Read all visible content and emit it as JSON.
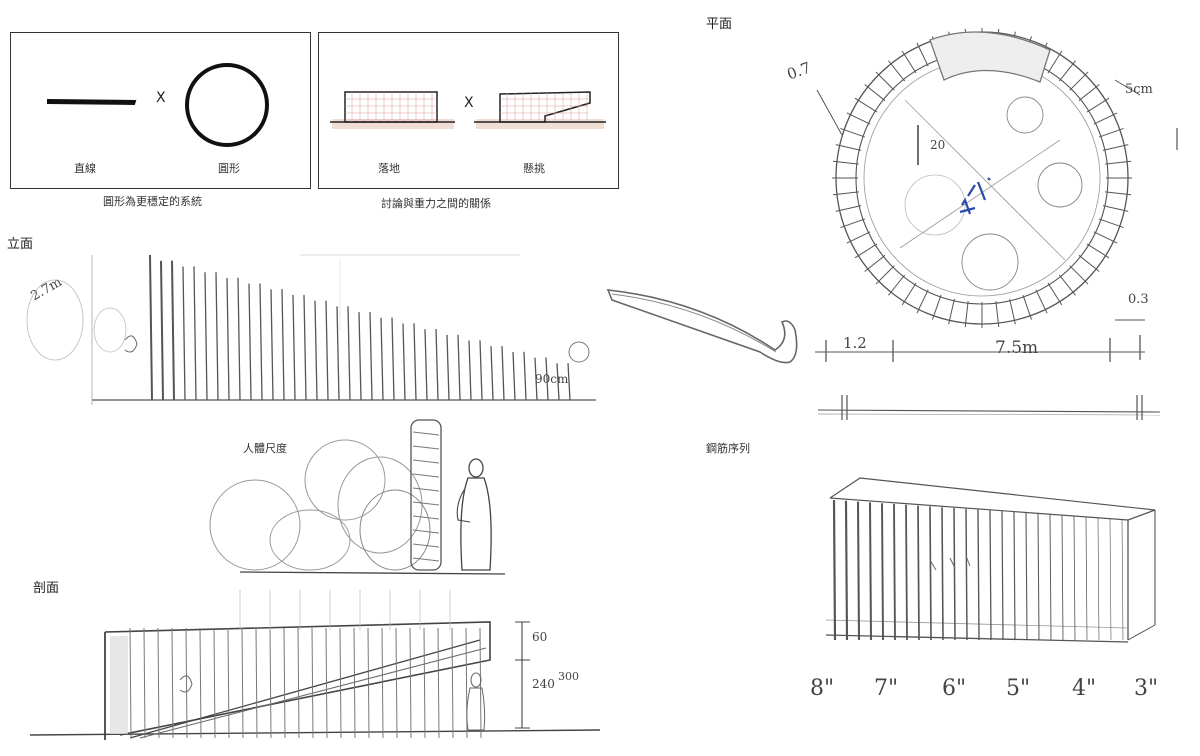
{
  "concept": {
    "box1": {
      "left_label": "直線",
      "right_label": "圓形",
      "mult": "X",
      "caption": "圓形為更穩定的系統"
    },
    "box2": {
      "left_label": "落地",
      "right_label": "懸挑",
      "mult": "X",
      "caption": "討論與重力之間的關係"
    }
  },
  "sections": {
    "elevation": "立面",
    "plan": "平面",
    "human_scale": "人體尺度",
    "section": "剖面",
    "rebar_sequence": "鋼筋序列"
  },
  "annotations": {
    "plan_top_left": "0.7",
    "plan_right": "5cm",
    "plan_inner": "20",
    "plan_bottom_right": "0.3",
    "plan_dim_left": "1.2",
    "plan_dim_main": "7.5m",
    "elev_height": "2.7m",
    "elev_right": "90cm",
    "section_top": "60",
    "section_mid": "240",
    "section_right": "300",
    "rebar_sizes": [
      "8\"",
      "7\"",
      "6\"",
      "5\"",
      "4\"",
      "3\""
    ]
  },
  "colors": {
    "pencil": "#555555",
    "ink": "#222222",
    "blue_note": "#2a4aa8",
    "ground_tint": "#d8b8a8"
  }
}
